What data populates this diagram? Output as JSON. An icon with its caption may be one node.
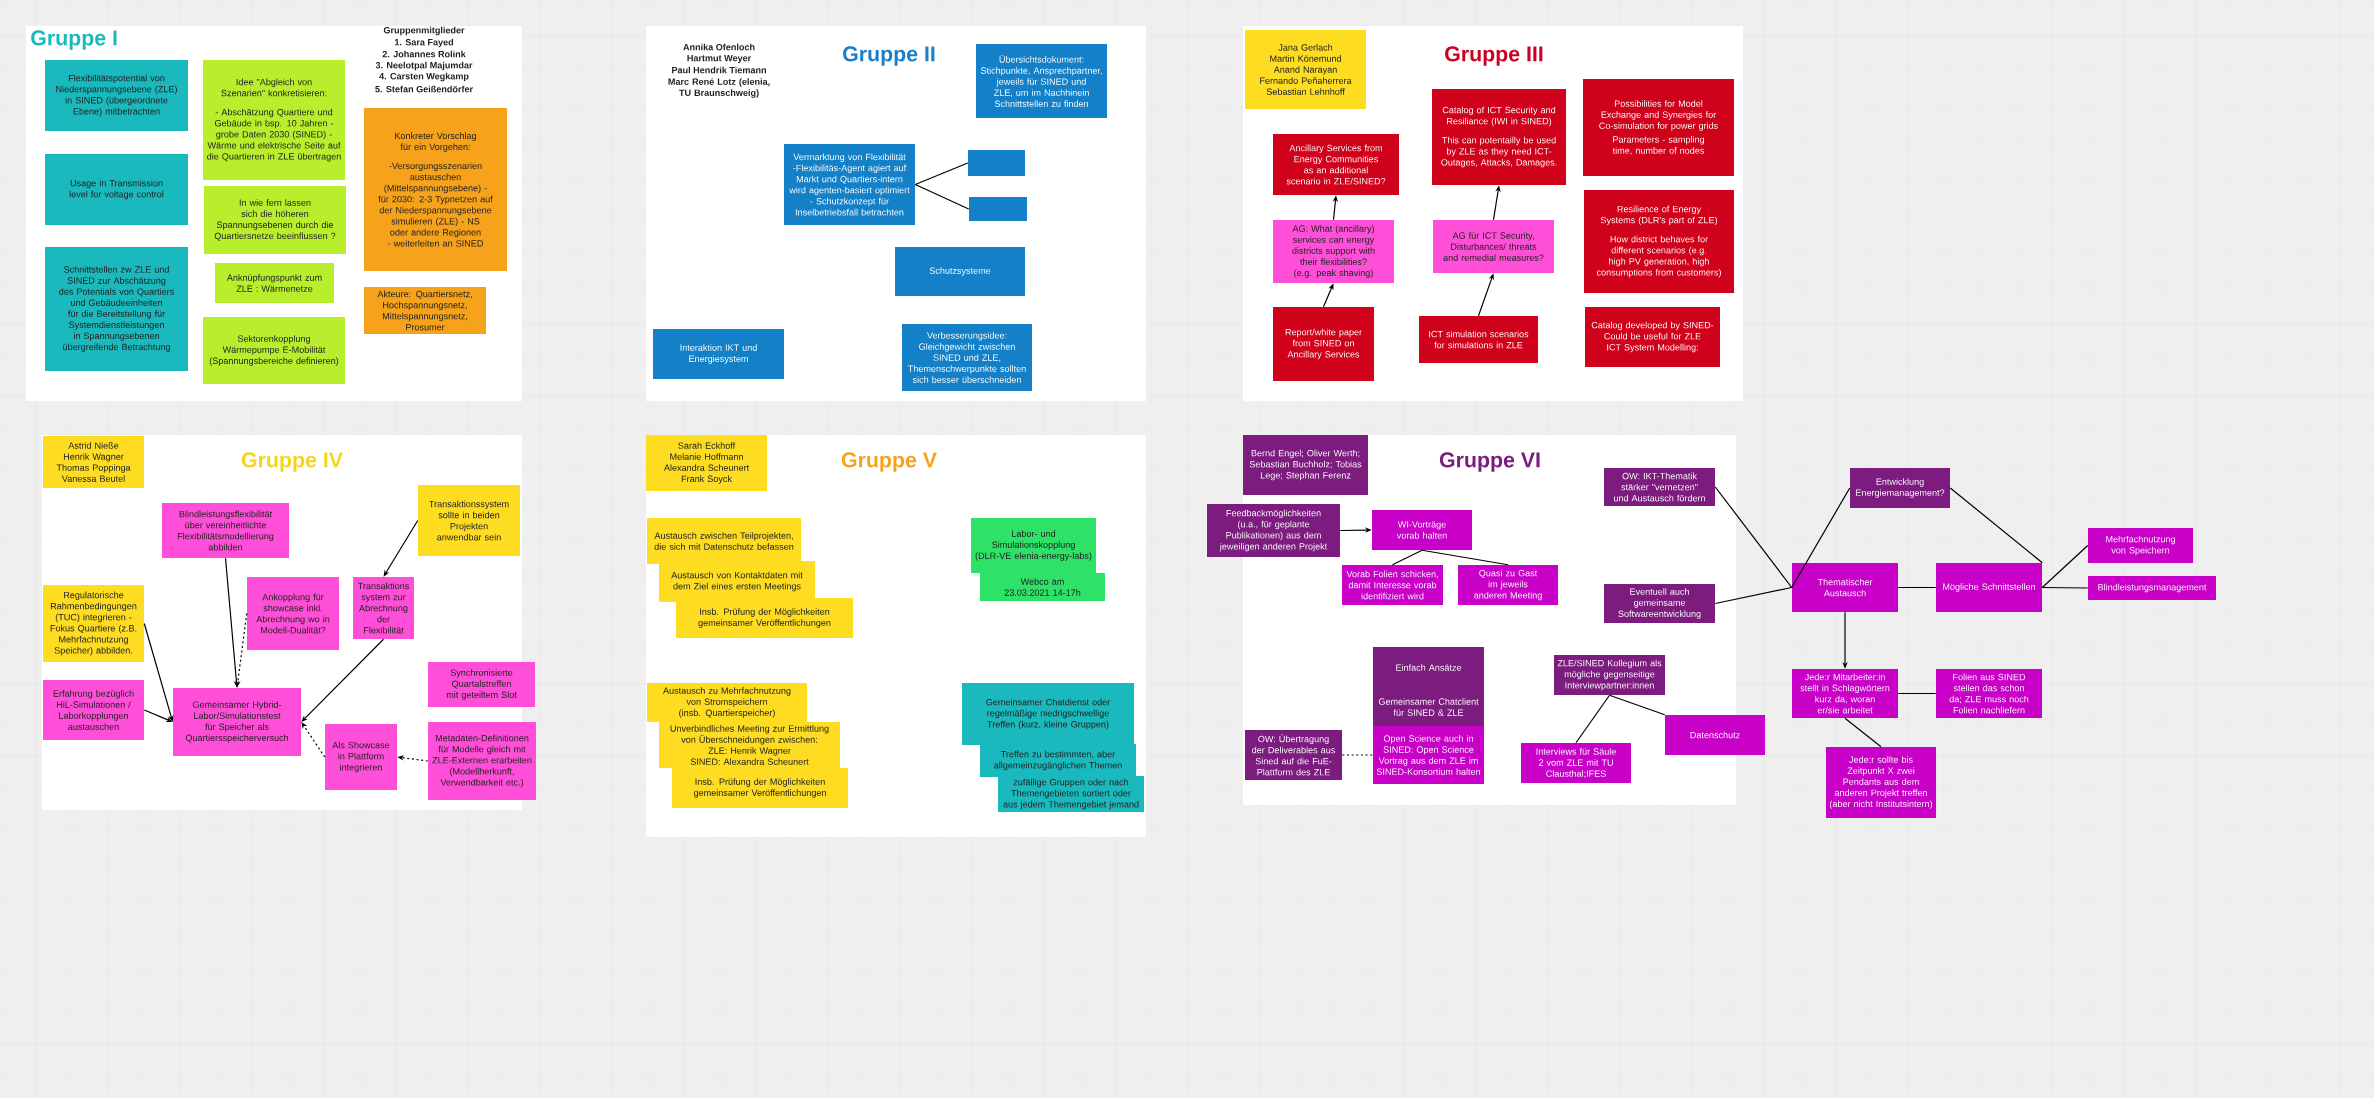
{
  "diagram": {
    "nodes": [
      {
        "text": [
          "Gruppe I"
        ]
      },
      {
        "text": [
          "Flexibilitätspotential von Niederspannungsebene (ZLE) in SINED (übergeordnete Ebene) mitbetrachten"
        ],
        "in": 0
      },
      {
        "text": [
          "Usage in Transmission level for voltage control"
        ],
        "in": 0
      },
      {
        "text": [
          "Schnittstellen zw ZLE und SINED zur Abschätzung des Potentials von Quartiers und Gebäudeeinheiten für die Bereitstellung für Systemdienstleistungen in Spannungsebenen übergreifende Betrachtung"
        ],
        "in": 0
      },
      {
        "text": [
          "Idee \"Abgleich von Szenarien\" konkretisieren:",
          "- Abschätzung Quartiere und Gebäude in bsp. 10 Jahren - grobe Daten 2030 (SINED) - Wärme und elektrische Seite auf die Quartieren in ZLE übertragen"
        ],
        "in": 0
      },
      {
        "text": [
          "In wie fern lassen sich die höheren Spannungsebenen durch die Quartiersnetze beeinflussen ?"
        ],
        "in": 0
      },
      {
        "text": [
          "Anknüpfungspunkt zum ZLE : Wärmenetze"
        ],
        "in": 0
      },
      {
        "text": [
          "Sektorenkopplung Wärmepumpe E-Mobilität (Spannungsbereiche definieren)"
        ],
        "in": 0
      },
      {
        "text": [
          "Konkreter Vorschlag für ein Vorgehen:",
          "-Versorgungsszenarien austauschen (Mittelspannungsebene) - für 2030: 2-3 Typnetzen auf der Niederspannungsebene simulieren (ZLE) - NS oder andere Regionen - weiterleiten an SINED"
        ],
        "in": 0
      },
      {
        "text": [
          "Akteure: Quartiersnetz, Hochspannungsnetz, Mittelspannungsnetz, Prosumer"
        ],
        "in": 0
      },
      {
        "text": [
          "Gruppe II"
        ]
      },
      {
        "text": [
          "Übersichtsdokument: Stichpunkte, Ansprechpartner, jeweils für SINED und ZLE, um im Nachhinein Schnittstellen zu finden"
        ],
        "in": 10
      },
      {
        "text": [
          "Vermarktung von Flexibilität",
          "-Flexibilitäs-Agent agiert auf Markt und Quartiers-intern wird agenten-basiert optimiert",
          "- Schutzkonzept für Inselbetriebsfall betrachten"
        ],
        "in": 10
      },
      {
        "text": [],
        "shape": "box",
        "in": 10
      },
      {
        "text": [],
        "shape": "box",
        "in": 10
      },
      {
        "text": [
          "Schutzsysteme"
        ],
        "in": 10
      },
      {
        "text": [
          "Interaktion IKT und Energiesystem"
        ],
        "in": 10
      },
      {
        "text": [
          "Verbesserungsidee: Gleichgewicht zwischen SINED und ZLE, Themenschwerpunkte sollten sich besser überschneiden"
        ],
        "in": 10
      },
      {
        "text": [
          "Gruppe III"
        ]
      },
      {
        "text": [
          "Jana Gerlach",
          "Martin Könemund",
          "Anand Narayan",
          "Fernando Peñaherrera",
          "Sebastian Lehnhoff"
        ],
        "in": 18
      },
      {
        "text": [
          "Ancillary Services from Energy Communities as an additional scenario in ZLE/SINED?"
        ],
        "in": 18
      },
      {
        "text": [
          "AG: What (ancillary) services can energy districts support with their flexibilities? (e.g. peak shaving)"
        ],
        "in": 18
      },
      {
        "text": [
          "Report/white paper from SINED on Ancillary Services"
        ],
        "in": 18
      },
      {
        "text": [
          "Catalog of ICT Security and Resiliance (IWI in SINED)",
          "This can potentailly be used by ZLE as they need ICT-Outages, Attacks, Damages."
        ],
        "in": 18
      },
      {
        "text": [
          "AG für ICT Security, Disturbances/ threats and remedial measures?"
        ],
        "in": 18
      },
      {
        "text": [
          "ICT simulation scenarios for simulations in ZLE"
        ],
        "in": 18
      },
      {
        "text": [
          "Possibilities for Model Exchange and Synergies for Co-simulation for power grids",
          "Parameters - sampling time, number of nodes"
        ],
        "in": 18
      },
      {
        "text": [
          "Resilience of Energy Systems (DLR's part of ZLE)",
          "How district behaves for different scenarios (e.g. high PV generation, high consumptions from customers)"
        ],
        "in": 18
      },
      {
        "text": [
          "Catalog developed by SINED- Could be useful for ZLE ICT System Modelling:"
        ],
        "in": 18
      },
      {
        "text": [
          "Gruppe IV"
        ]
      },
      {
        "text": [
          "Astrid Nieße",
          "Henrik Wagner",
          "Thomas Poppinga",
          "Vanessa Beutel"
        ],
        "in": 29
      },
      {
        "text": [
          "Blindleistungsflexibilität über vereinheitlichte Flexibilitätsmodellierung abbilden"
        ],
        "in": 29
      },
      {
        "text": [
          "Transaktionssystem sollte in beiden Projekten anwendbar sein"
        ],
        "in": 29
      },
      {
        "text": [
          "Regulatorische Rahmenbedingungen (TUC) integrieren - Fokus Quartiere (z.B. Mehrfachnutzung Speicher) abbilden."
        ],
        "in": 29
      },
      {
        "text": [
          "Ankopplung für showcase inkl. Abrechnung wo in Modell-Dualität?"
        ],
        "in": 29
      },
      {
        "text": [
          "Transaktions system zur Abrechnung der Flexibilität"
        ],
        "in": 29
      },
      {
        "text": [
          "Erfahrung bezüglich HiL-Simulationen / Laborkopplungen austauschen"
        ],
        "in": 29
      },
      {
        "text": [
          "Gemeinsamer Hybrid-Labor/Simulationstest für Speicher als Quartiersspeicherversuch"
        ],
        "in": 29
      },
      {
        "text": [
          "Synchronisierte Quartalstreffen mit geteiltem Slot"
        ]
      },
      {
        "text": [
          "Als Showcase in Plattform integrieren"
        ],
        "in": 29
      },
      {
        "text": [
          "Metadaten-Definitionen für Modelle gleich mit ZLE-Externen erarbeiten (Modellherkunft, Verwendbarkeit etc.)"
        ]
      },
      {
        "text": [
          "Gruppe V"
        ]
      },
      {
        "text": [
          "Sarah Eckhoff",
          "Melanie Hoffmann",
          "Alexandra Scheunert",
          "Frank Soyck"
        ],
        "in": 41
      },
      {
        "text": [
          "Austausch zwischen Teilprojekten, die sich mit Datenschutz befassen"
        ],
        "in": 41
      },
      {
        "text": [
          "Austausch von Kontaktdaten mit dem Ziel eines ersten Meetings"
        ],
        "in": 41
      },
      {
        "text": [
          "Insb. Prüfung der Möglichkeiten gemeinsamer Veröffentlichungen"
        ],
        "in": 41
      },
      {
        "text": [
          "Labor- und Simulationskopplung (DLR-VE elenia-energy-labs)"
        ],
        "in": 41
      },
      {
        "text": [
          "Webco am 23.03.2021 14-17h"
        ],
        "in": 41
      },
      {
        "text": [
          "Austausch zu Mehrfachnutzung von Stromspeichern (insb. Quartierspeicher)"
        ],
        "in": 41
      },
      {
        "text": [
          "Unverbindliches Meeting zur Ermittlung von Überschneidungen zwischen:",
          "ZLE: Henrik Wagner",
          "SINED: Alexandra Scheunert"
        ],
        "in": 41
      },
      {
        "text": [
          "Insb. Prüfung der Möglichkeiten gemeinsamer Veröffentlichungen"
        ],
        "in": 41
      },
      {
        "text": [
          "Gemeinsamer Chatdienst oder regelmäßige niedrigschwellige Treffen (kurz, kleine Gruppen)"
        ],
        "in": 41
      },
      {
        "text": [
          "Treffen zu bestimmten, aber allgemeinzugänglichen Themen"
        ],
        "in": 41
      },
      {
        "text": [
          "zufällige Gruppen oder nach Themengebieten sortiert oder aus jedem Themengebiet jemand"
        ],
        "in": 41
      },
      {
        "text": [
          "Gruppe VI"
        ]
      },
      {
        "text": [
          "Bernd Engel; Oliver Werth; Sebastian Buchholz; Tobias Lege; Stephan Ferenz"
        ],
        "in": 54
      },
      {
        "text": [
          "Feedbackmöglichkeiten (u.a., für geplante Publikationen) aus dem jeweiligen anderen Projekt"
        ]
      },
      {
        "text": [
          "WI-Vorträge vorab halten"
        ],
        "in": 54
      },
      {
        "text": [
          "Vorab Folien schicken, damit Interesse vorab identifiziert wird"
        ],
        "in": 54
      },
      {
        "text": [
          "Quasi zu Gast im jeweils anderen Meeting"
        ],
        "in": 54
      },
      {
        "text": [
          "OW: IKT-Thematik stärker \"vernetzen\" und Austausch fördern"
        ],
        "in": 54
      },
      {
        "text": [
          "Eventuell auch gemeinsame Softwareentwicklung"
        ],
        "in": 54
      },
      {
        "text": [
          "Entwicklung Energiemanagement?"
        ]
      },
      {
        "text": [
          "Thematischer Austausch"
        ]
      },
      {
        "text": [
          "Mögliche Schnittstellen"
        ]
      },
      {
        "text": [
          "Mehrfachnutzung von Speichern"
        ]
      },
      {
        "text": [
          "Blindleistungsmanagement"
        ]
      },
      {
        "text": [
          "Jede:r Mitarbeiter:in stellt in Schlagwörtern kurz da, woran er/sie arbeitet"
        ]
      },
      {
        "text": [
          "Folien aus SINED stellen das schon da; ZLE muss noch Folien nachliefern"
        ]
      },
      {
        "text": [
          "Jede:r sollte bis Zeitpunkt X zwei Pendants aus dem anderen Projekt treffen (aber nicht Institutsintern)"
        ]
      },
      {
        "text": [
          "Einfach Ansätze"
        ],
        "in": 54
      },
      {
        "text": [
          "Gemeinsamer Chatclient für SINED & ZLE"
        ],
        "in": 54
      },
      {
        "text": [
          "Open Science auch in SINED: Open Science Vortrag aus dem ZLE im SINED-Konsortium halten"
        ],
        "in": 54
      },
      {
        "text": [
          "OW: Übertragung der Deliverables aus Sined auf die FuE-Plattform des ZLE"
        ],
        "in": 54
      },
      {
        "text": [
          "ZLE/SINED Kollegium als mögliche gegenseitige Interviewpartner:innen"
        ],
        "in": 54
      },
      {
        "text": [
          "Datenschutz"
        ]
      },
      {
        "text": [
          "Interviews für Säule 2 vom ZLE mit TU Clausthal;IFES"
        ],
        "in": 54
      }
    ],
    "edges": [
      {
        "from": 12,
        "to": 13,
        "arrow": "none"
      },
      {
        "from": 12,
        "to": 14,
        "arrow": "none"
      },
      {
        "from": 22,
        "to": 21,
        "arrow": "to"
      },
      {
        "from": 21,
        "to": 20,
        "arrow": "to"
      },
      {
        "from": 25,
        "to": 24,
        "arrow": "to"
      },
      {
        "from": 24,
        "to": 23,
        "arrow": "to"
      },
      {
        "from": 31,
        "to": 37,
        "arrow": "to"
      },
      {
        "from": 34,
        "to": 37,
        "arrow": "to",
        "style": "dashed"
      },
      {
        "from": 33,
        "to": 37,
        "arrow": "to"
      },
      {
        "from": 36,
        "to": 37,
        "arrow": "to"
      },
      {
        "from": 32,
        "to": 35,
        "arrow": "to"
      },
      {
        "from": 35,
        "to": 37,
        "arrow": "to"
      },
      {
        "from": 39,
        "to": 37,
        "arrow": "to",
        "style": "dashed"
      },
      {
        "from": 40,
        "to": 39,
        "arrow": "to",
        "style": "dashed"
      },
      {
        "from": 56,
        "to": 57,
        "arrow": "to"
      },
      {
        "from": 57,
        "to": 58,
        "arrow": "none"
      },
      {
        "from": 57,
        "to": 59,
        "arrow": "none"
      },
      {
        "from": 60,
        "to": 63,
        "arrow": "none"
      },
      {
        "from": 61,
        "to": 63,
        "arrow": "none"
      },
      {
        "from": 63,
        "to": 62,
        "arrow": "none"
      },
      {
        "from": 62,
        "to": 64,
        "arrow": "none"
      },
      {
        "from": 63,
        "to": 64,
        "arrow": "none"
      },
      {
        "from": 64,
        "to": 65,
        "arrow": "none"
      },
      {
        "from": 64,
        "to": 66,
        "arrow": "none"
      },
      {
        "from": 63,
        "to": 67,
        "arrow": "to"
      },
      {
        "from": 67,
        "to": 68,
        "arrow": "none"
      },
      {
        "from": 67,
        "to": 69,
        "arrow": "none"
      },
      {
        "from": 73,
        "to": 72,
        "arrow": "none",
        "style": "dashed"
      },
      {
        "from": 74,
        "to": 75,
        "arrow": "none"
      },
      {
        "from": 74,
        "to": 76,
        "arrow": "none"
      }
    ],
    "labels": [
      "Gruppenmitglieder",
      "1. Sara Fayed",
      "2. Johannes Rolink",
      "3. Neelotpal Majumdar",
      "4. Carsten Wegkamp",
      "5. Stefan Geißendörfer",
      "Annika Ofenloch",
      "Hartmut Weyer",
      "Paul Hendrik Tiemann",
      "Marc René Lotz (elenia, TU Braunschweig)"
    ]
  }
}
